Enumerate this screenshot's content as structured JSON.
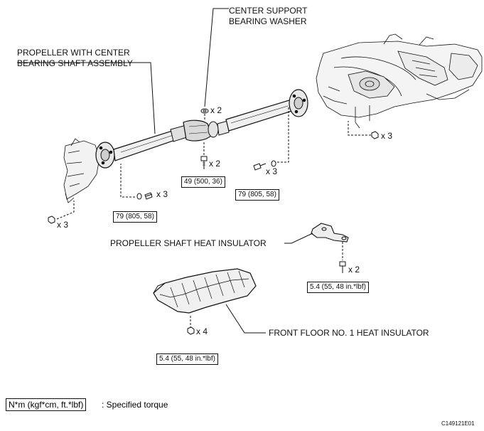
{
  "labels": {
    "center_support_washer_l1": "CENTER SUPPORT",
    "center_support_washer_l2": "BEARING WASHER",
    "propeller_assembly_l1": "PROPELLER WITH CENTER",
    "propeller_assembly_l2": "BEARING SHAFT ASSEMBLY",
    "heat_insulator": "PROPELLER SHAFT HEAT INSULATOR",
    "front_floor_insulator": "FRONT FLOOR NO. 1 HEAT INSULATOR"
  },
  "quantities": {
    "washer": "x 2",
    "center_bolt": "x 2",
    "rear_bolt": "x 3",
    "front_bolt": "x 3",
    "rear_nut": "x 3",
    "front_nut": "x 3",
    "insulator_bolt": "x 2",
    "floor_insulator_nut": "x 4"
  },
  "torques": {
    "center": "49 (500, 36)",
    "rear": "79 (805, 58)",
    "front": "79 (805, 58)",
    "insulator": "5.4 (55, 48 in.*lbf)",
    "floor_insulator": "5.4 (55, 48 in.*lbf)"
  },
  "legend": {
    "unit": "N*m (kgf*cm, ft.*lbf)",
    "text": ": Specified torque"
  },
  "figure_code": "C149121E01"
}
